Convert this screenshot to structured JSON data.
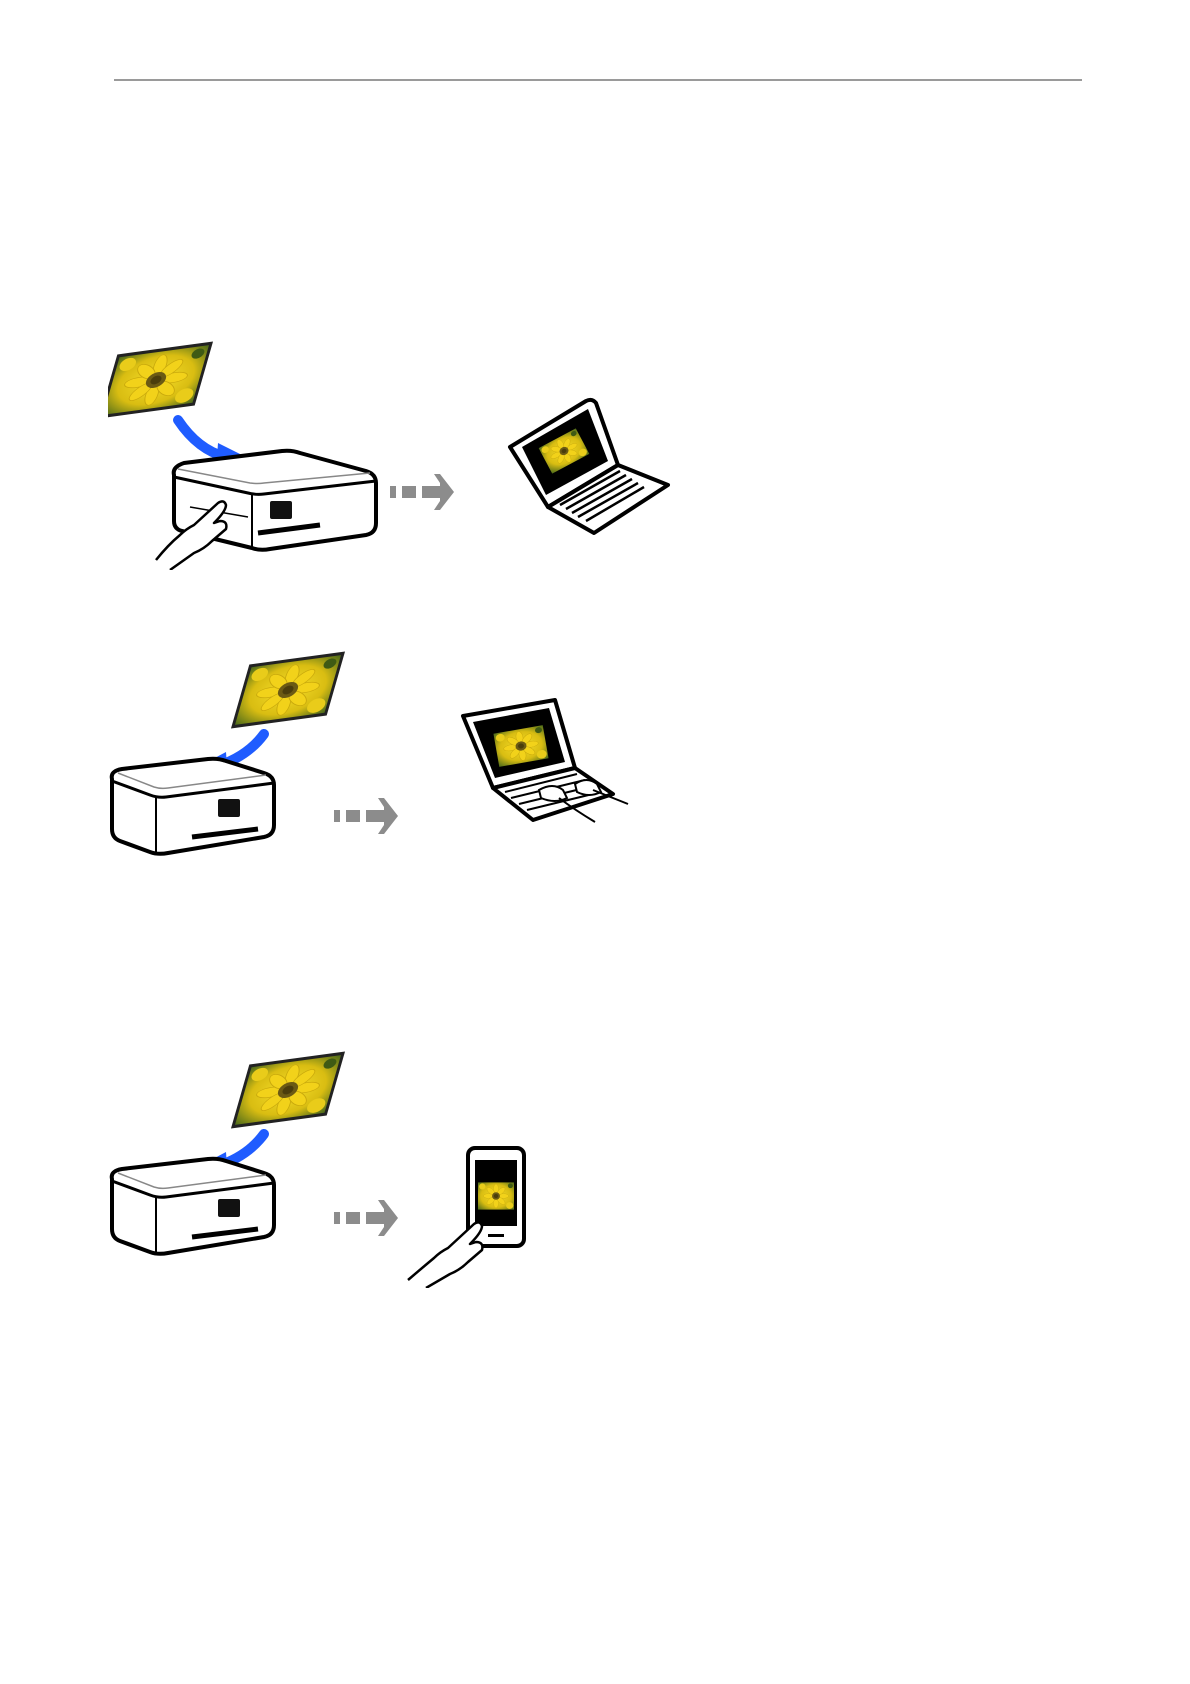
{
  "page": {
    "illustrations": [
      {
        "id": "scan-to-computer-control-panel",
        "icons": [
          "photo-icon",
          "blue-arrow-icon",
          "scanner-icon",
          "hand-press-icon",
          "transfer-arrow-icon",
          "laptop-icon"
        ]
      },
      {
        "id": "scan-to-computer-from-pc",
        "icons": [
          "photo-icon",
          "blue-arrow-icon",
          "scanner-icon",
          "transfer-arrow-icon",
          "laptop-typing-icon"
        ]
      },
      {
        "id": "scan-to-smart-device",
        "icons": [
          "photo-icon",
          "blue-arrow-icon",
          "scanner-icon",
          "transfer-arrow-icon",
          "smartphone-icon",
          "hand-tap-icon"
        ]
      }
    ],
    "colors": {
      "arrow_blue": "#1f5cff",
      "transfer_gray": "#8c8c8c",
      "sunflower_yellow": "#f2d21a",
      "sunflower_center": "#6b5a14",
      "leaf_green": "#5c7a1e",
      "rule_gray": "#9a9a9a"
    }
  }
}
